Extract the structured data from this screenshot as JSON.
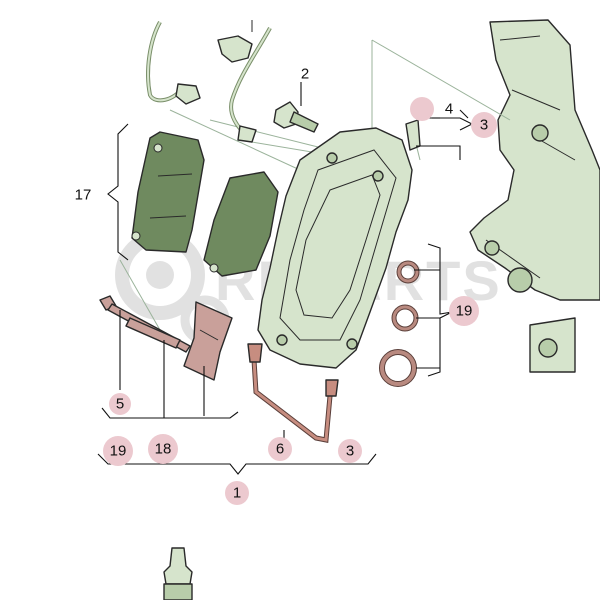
{
  "diagram": {
    "watermark": "RMPARTS",
    "callouts": {
      "c1": "1",
      "c2": "2",
      "c3a": "3",
      "c3b": "3",
      "c4": "4",
      "c5": "5",
      "c6": "6",
      "c17": "17",
      "c18": "18",
      "c19a": "19",
      "c19b": "19"
    },
    "colors": {
      "part_fill": "#d6e4cc",
      "part_dark": "#6f8a5f",
      "hose_fill": "#c78d80",
      "seal_fill": "#b98a80",
      "badge_fill": "#ecc9cf",
      "watermark": "#c9c9c9"
    }
  }
}
